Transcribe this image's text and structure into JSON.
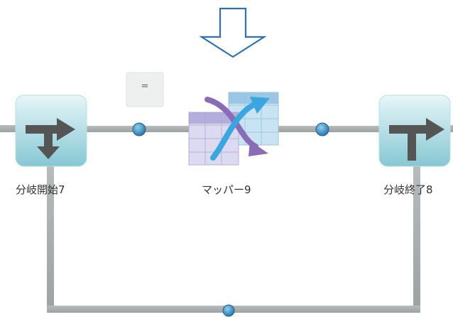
{
  "flow": {
    "condition_label": "=",
    "nodes": [
      {
        "id": "branch-start",
        "label": "分岐開始7"
      },
      {
        "id": "mapper",
        "label": "マッパー9"
      },
      {
        "id": "branch-end",
        "label": "分岐終了8"
      }
    ]
  },
  "icons": {
    "down_arrow": "down-arrow-icon",
    "branch_start": "branch-start-icon",
    "mapper": "mapper-icon",
    "branch_end": "branch-end-icon"
  },
  "colors": {
    "connector": "#a8acac",
    "connector_dark": "#8f9494",
    "node_bg_top": "#d4eef2",
    "node_bg_bottom": "#7fc3d0",
    "node_glyph": "#555555",
    "port": "#3a8fc5",
    "mapper_purple": "#8a6bb8",
    "mapper_blue": "#3aa6e0",
    "down_arrow": "#2f6fb5"
  }
}
